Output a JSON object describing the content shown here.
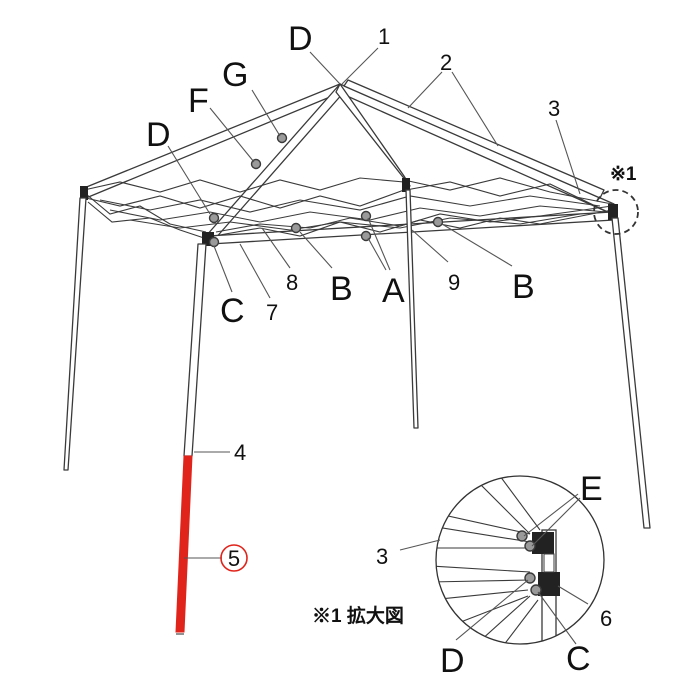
{
  "letters": {
    "D": "D",
    "G": "G",
    "F": "F",
    "C": "C",
    "B": "B",
    "A": "A",
    "E": "E"
  },
  "numbers": {
    "n1": "1",
    "n2": "2",
    "n3": "3",
    "n4": "4",
    "n5": "5",
    "n6": "6",
    "n7": "7",
    "n8": "8",
    "n9": "9"
  },
  "notes": {
    "marker": "※1",
    "zoom_caption": "※1 拡大図"
  },
  "colors": {
    "highlight_leg": "#e0241b",
    "outline": "#3a3a3a"
  }
}
